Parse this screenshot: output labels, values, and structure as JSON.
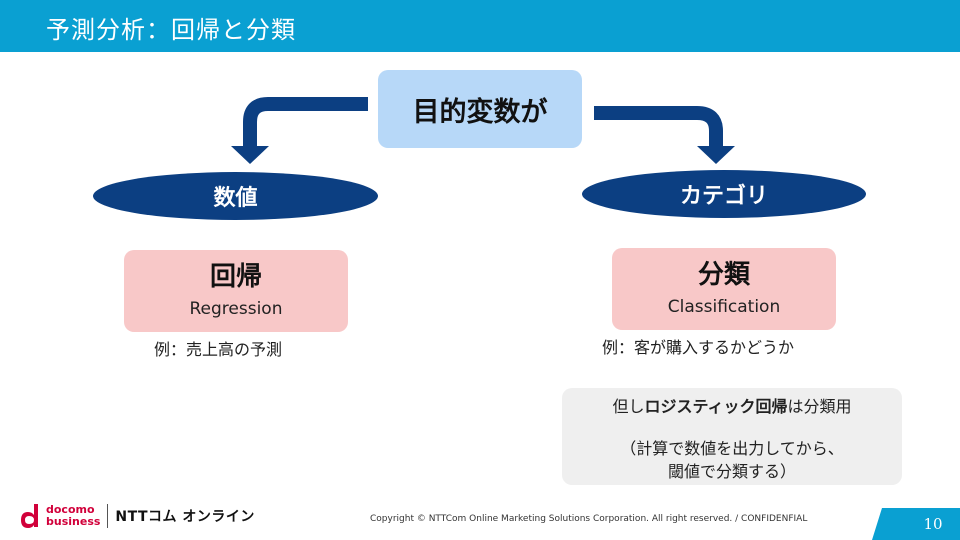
{
  "header": {
    "title": "予測分析：回帰と分類"
  },
  "diagram": {
    "root": "目的変数が",
    "left": {
      "category": "数値",
      "method": "回帰",
      "method_en": "Regression",
      "example": "例：売上高の予測"
    },
    "right": {
      "category": "カテゴリ",
      "method": "分類",
      "method_en": "Classification",
      "example": "例：客が購入するかどうか"
    },
    "note": {
      "line1_prefix": "但し",
      "line1_bold": "ロジスティック回帰",
      "line1_suffix": "は分類用",
      "line2": "（計算で数値を出力してから、",
      "line3": "閾値で分類する）"
    }
  },
  "footer": {
    "logo_top": "docomo",
    "logo_bottom": "business",
    "company": "NTTコム オンライン",
    "copyright": "Copyright © NTTCom Online Marketing Solutions Corporation. All right reserved.  / CONFIDENFIAL",
    "page_number": "10"
  },
  "colors": {
    "title_bar": "#0aa0d2",
    "arrow": "#0c3f82",
    "target_box": "#b7d8f8",
    "method_box": "#f8c8c8",
    "note_box": "#efefef",
    "docomo_red": "#d1003a"
  }
}
